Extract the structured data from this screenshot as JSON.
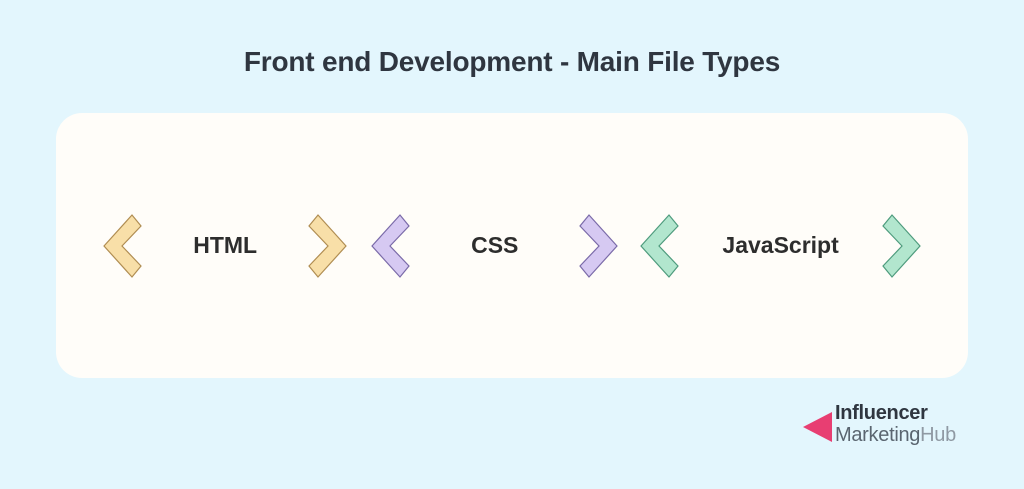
{
  "page": {
    "background_color": "#e3f6fd",
    "title": "Front end Development - Main File Types"
  },
  "card": {
    "background_color": "#fffdf9"
  },
  "languages": [
    {
      "id": "html",
      "label": "HTML",
      "fill_color": "#f8dfa8",
      "stroke_color": "#b08d52",
      "left_bracket_icon": "angle-bracket-left-icon",
      "right_bracket_icon": "angle-bracket-right-icon"
    },
    {
      "id": "css",
      "label": "CSS",
      "fill_color": "#d6c9f2",
      "stroke_color": "#7a6aa8",
      "left_bracket_icon": "angle-bracket-left-icon",
      "right_bracket_icon": "angle-bracket-right-icon"
    },
    {
      "id": "javascript",
      "label": "JavaScript",
      "fill_color": "#b2e6ce",
      "stroke_color": "#4e9b7d",
      "left_bracket_icon": "angle-bracket-left-icon",
      "right_bracket_icon": "angle-bracket-right-icon"
    }
  ],
  "logo": {
    "mark_icon": "triangle-left-icon",
    "mark_color": "#e83e72",
    "line1": "Influencer",
    "line2_part1": "Marketing",
    "line2_part2": "Hub"
  }
}
